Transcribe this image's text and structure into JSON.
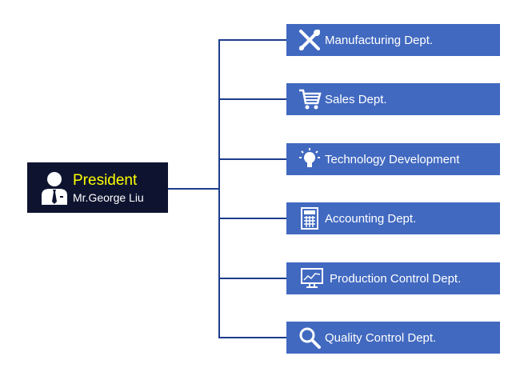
{
  "president": {
    "title": "President",
    "name": "Mr.George Liu",
    "icon": "businessman-icon"
  },
  "departments": [
    {
      "label": "Manufacturing Dept.",
      "icon": "tools-icon"
    },
    {
      "label": "Sales Dept.",
      "icon": "cart-icon"
    },
    {
      "label": "Technology Development",
      "icon": "lightbulb-icon"
    },
    {
      "label": "Accounting Dept.",
      "icon": "calculator-icon"
    },
    {
      "label": "Production Control Dept.",
      "icon": "monitor-chart-icon"
    },
    {
      "label": "Quality Control Dept.",
      "icon": "magnifier-icon"
    }
  ],
  "colors": {
    "dept": "#4169c0",
    "line": "#1d3c8c",
    "president_bg": "#0e1430",
    "title": "#ffff00"
  }
}
